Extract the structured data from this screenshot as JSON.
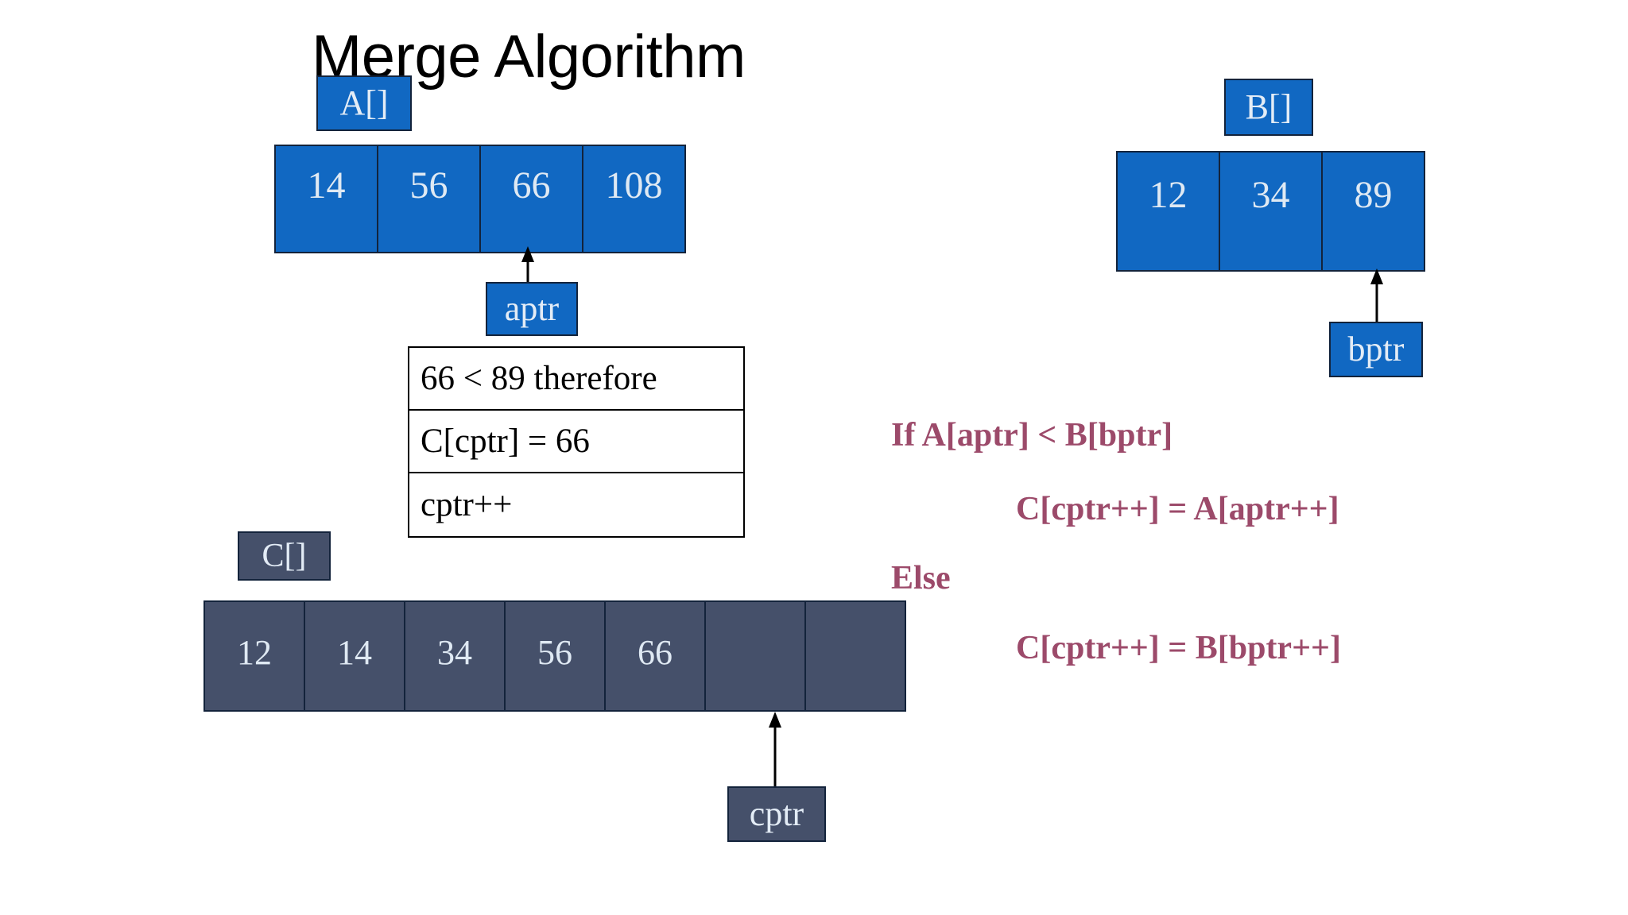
{
  "slide": {
    "title": "Merge Algorithm",
    "background_color": "#ffffff",
    "accent_blue": "#1168c2",
    "accent_slate": "#45506a",
    "accent_maroon": "#9c4a6a",
    "border_color": "#13233b"
  },
  "array_a": {
    "label": "A[]",
    "cells": [
      "14",
      "56",
      "66",
      "108"
    ],
    "pointer": {
      "name": "aptr",
      "label": "aptr",
      "points_to_index": 2,
      "points_to_value": "66"
    }
  },
  "array_b": {
    "label": "B[]",
    "cells": [
      "12",
      "34",
      "89"
    ],
    "pointer": {
      "name": "bptr",
      "label": "bptr",
      "points_to_index": 2,
      "points_to_value": "89"
    }
  },
  "array_c": {
    "label": "C[]",
    "cells": [
      "12",
      "14",
      "34",
      "56",
      "66",
      "",
      ""
    ],
    "pointer": {
      "name": "cptr",
      "label": "cptr",
      "points_to_index": 5,
      "points_to_value": ""
    }
  },
  "fact_table": {
    "rows": [
      "66 < 89 therefore",
      "C[cptr] = 66",
      "cptr++"
    ]
  },
  "pseudocode": {
    "if_line": "If A[aptr] < B[bptr]",
    "then_line": "C[cptr++] = A[aptr++]",
    "else_line": "Else",
    "else_body_line": "C[cptr++] = B[bptr++]"
  }
}
